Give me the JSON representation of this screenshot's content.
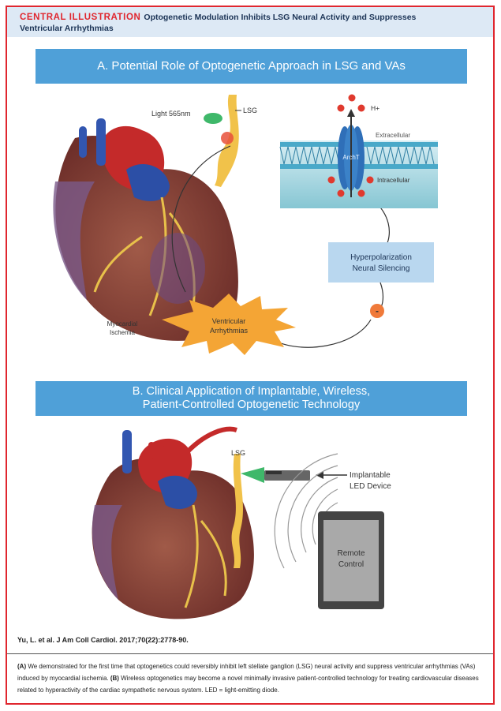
{
  "header": {
    "label": "CENTRAL ILLUSTRATION",
    "title_line1": "Optogenetic Modulation Inhibits LSG Neural Activity and Suppresses",
    "title_line2": "Ventricular Arrhythmias"
  },
  "panel_a": {
    "title": "A. Potential Role of Optogenetic Approach in LSG and VAs",
    "light_label": "Light 565nm",
    "lsg_label": "LSG",
    "proton_label": "H+",
    "extracellular_label": "Extracellular",
    "intracellular_label": "Intracellular",
    "channel_label": "ArchT",
    "effect_line1": "Hyperpolarization",
    "effect_line2": "Neural Silencing",
    "minus_sign": "-",
    "vas_line1": "Ventricular",
    "vas_line2": "Arrhythmias",
    "ischemia_line1": "Myocardial",
    "ischemia_line2": "Ischemia"
  },
  "panel_b": {
    "title_line1": "B. Clinical Application of Implantable, Wireless,",
    "title_line2": "Patient-Controlled Optogenetic Technology",
    "lsg_label": "LSG",
    "device_line1": "Implantable",
    "device_line2": "LED Device",
    "remote_line1": "Remote",
    "remote_line2": "Control"
  },
  "citation": "Yu, L. et al. J Am Coll Cardiol. 2017;70(22):2778-90.",
  "caption": {
    "a_tag": "(A)",
    "a_text": " We demonstrated for the first time that optogenetics could reversibly inhibit left stellate ganglion (LSG) neural activity and suppress ventricular arrhythmias (VAs) induced by myocardial ischemia. ",
    "b_tag": "(B)",
    "b_text": " Wireless optogenetics may become a novel minimally invasive patient-controlled technology for treating cardiovascular diseases related to hyperactivity of the cardiac sympathetic nervous system. LED = light-emitting diode."
  },
  "colors": {
    "border": "#e0262e",
    "banner": "#4fa0d8",
    "header_bg": "#dde9f5",
    "effect_box": "#b9d7ef"
  }
}
